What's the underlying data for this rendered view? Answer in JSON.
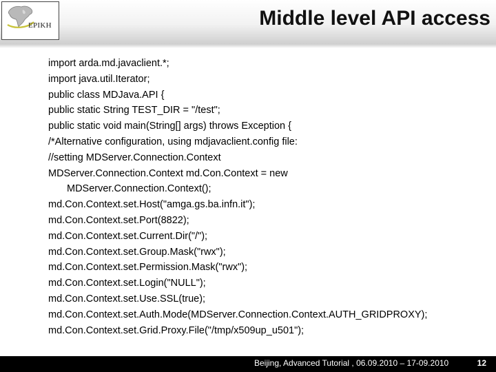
{
  "header": {
    "logo_text": "EPIKH",
    "title": "Middle level API access"
  },
  "code_lines": [
    "import arda.md.javaclient.*;",
    "import java.util.Iterator;",
    "public class MDJava.API {",
    "public static String TEST_DIR = \"/test\";",
    "public static void main(String[] args) throws Exception {",
    "/*Alternative configuration, using mdjavaclient.config file:",
    "//setting MDServer.Connection.Context",
    "MDServer.Connection.Context md.Con.Context = new",
    "MDServer.Connection.Context();",
    "md.Con.Context.set.Host(\"amga.gs.ba.infn.it\");",
    "md.Con.Context.set.Port(8822);",
    "md.Con.Context.set.Current.Dir(\"/\");",
    "md.Con.Context.set.Group.Mask(\"rwx\");",
    "md.Con.Context.set.Permission.Mask(\"rwx\");",
    "md.Con.Context.set.Login(\"NULL\");",
    "md.Con.Context.set.Use.SSL(true);",
    "md.Con.Context.set.Auth.Mode(MDServer.Connection.Context.AUTH_GRIDPROXY);",
    "md.Con.Context.set.Grid.Proxy.File(\"/tmp/x509up_u501\");"
  ],
  "footer": {
    "text": "Beijing,  Advanced Tutorial , 06.09.2010 – 17-09.2010",
    "page_number": "12"
  }
}
